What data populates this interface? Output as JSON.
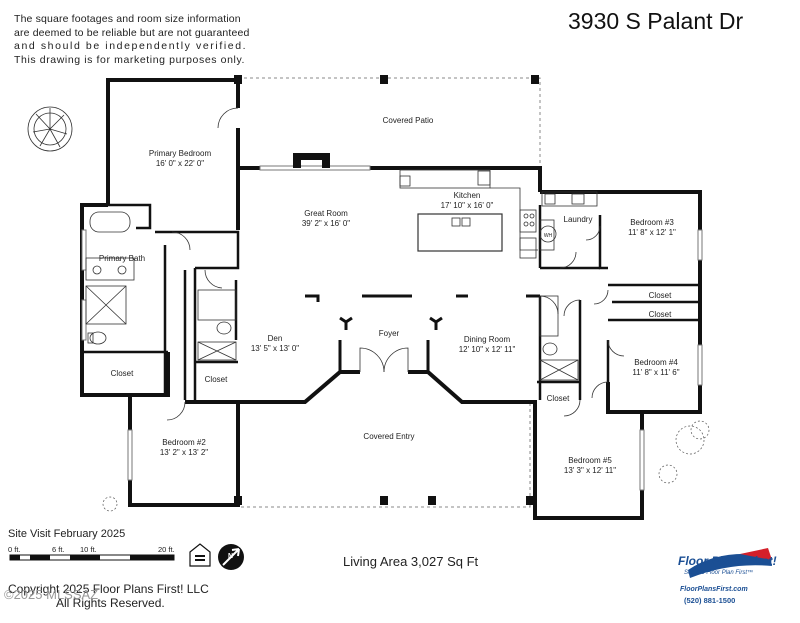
{
  "disclaimer": [
    "The square footages and room size information",
    "are deemed to be reliable but are not guaranteed",
    "and should be independently verified.",
    "This drawing is for marketing purposes only."
  ],
  "address": "3930 S Palant Dr",
  "site_visit": "Site Visit February 2025",
  "living_area": "Living Area 3,027 Sq Ft",
  "copyright": "Copyright 2025 Floor Plans First! LLC",
  "rights": "All Rights Reserved.",
  "watermark": "©2025 MLSSAZ",
  "scale": {
    "t0": "0 ft.",
    "t6": "6 ft.",
    "t10": "10 ft.",
    "t20": "20 ft."
  },
  "logo": {
    "name": "Floor Plans First!",
    "tagline": "See the Floor Plan First™",
    "url": "FloorPlansFirst.com",
    "phone": "(520) 881-1500"
  },
  "icons": {
    "tree": "tree-icon",
    "compass": "north-arrow-icon",
    "equal_housing": "equal-housing-icon"
  },
  "rooms": {
    "covered_patio": {
      "name": "Covered Patio"
    },
    "primary_bedroom": {
      "name": "Primary Bedroom",
      "size": "16' 0\" x 22' 0\""
    },
    "great_room": {
      "name": "Great Room",
      "size": "39' 2\" x 16' 0\""
    },
    "kitchen": {
      "name": "Kitchen",
      "size": "17' 10\" x 16' 0\""
    },
    "laundry": {
      "name": "Laundry"
    },
    "wh": {
      "name": "WH"
    },
    "bedroom3": {
      "name": "Bedroom #3",
      "size": "11' 8\" x 12' 1\""
    },
    "primary_bath": {
      "name": "Primary Bath"
    },
    "closet_b3": {
      "name": "Closet"
    },
    "closet_b4": {
      "name": "Closet"
    },
    "den": {
      "name": "Den",
      "size": "13' 5\" x 13' 0\""
    },
    "foyer": {
      "name": "Foyer"
    },
    "dining": {
      "name": "Dining Room",
      "size": "12' 10\" x 12' 11\""
    },
    "bedroom4": {
      "name": "Bedroom #4",
      "size": "11' 8\" x 11' 6\""
    },
    "closet_primary": {
      "name": "Closet"
    },
    "closet_hall": {
      "name": "Closet"
    },
    "closet_b5": {
      "name": "Closet"
    },
    "bedroom2": {
      "name": "Bedroom #2",
      "size": "13' 2\" x 13' 2\""
    },
    "covered_entry": {
      "name": "Covered Entry"
    },
    "bedroom5": {
      "name": "Bedroom #5",
      "size": "13' 3\" x 12' 11\""
    }
  }
}
